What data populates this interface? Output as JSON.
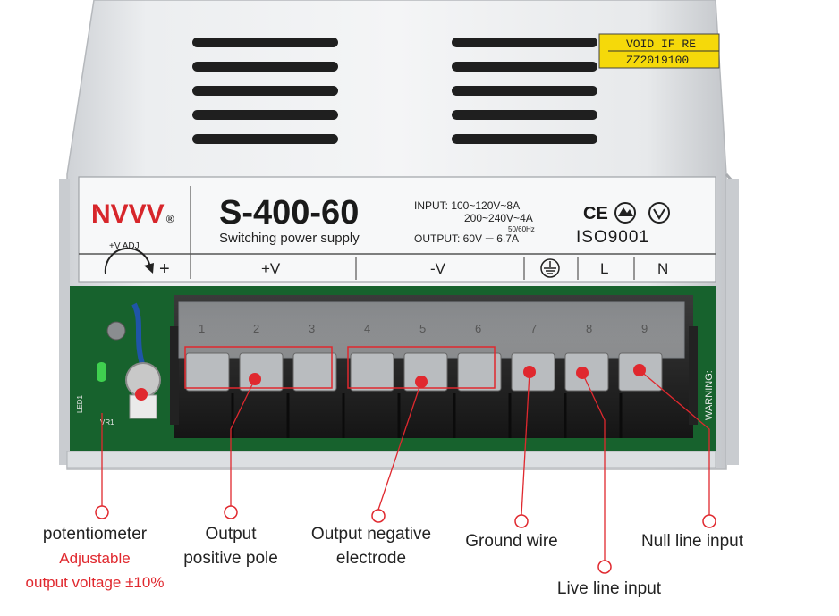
{
  "product": {
    "brand": "NVVV",
    "brand_mark": "®",
    "model": "S-400-60",
    "subtitle": "Switching power supply",
    "input_label": "INPUT: 100~120V~8A",
    "input_line2": "200~240V~4A",
    "frequency": "50/60Hz",
    "output_label": "OUTPUT: 60V ⎓ 6.7A",
    "certification": "ISO9001",
    "ce_mark": "CE",
    "adj_label": "+V ADJ",
    "adj_plus": "+",
    "warranty_line1": "VOID IF RE",
    "warranty_line2": "ZZ2019100",
    "terminals": [
      "+V",
      "-V",
      "L",
      "N"
    ],
    "terminal_numbers": [
      "1",
      "2",
      "3",
      "4",
      "5",
      "6",
      "7",
      "8",
      "9"
    ],
    "board_led": "LED1",
    "board_vr": "VR1",
    "board_warning": "WARNING:"
  },
  "callouts": {
    "potentiometer": "potentiometer",
    "adjustable": "Adjustable",
    "output_voltage": "output voltage ±10%",
    "positive_1": "Output",
    "positive_2": "positive pole",
    "negative_1": "Output  negative",
    "negative_2": "electrode",
    "ground": "Ground wire",
    "null": "Null line input",
    "live": "Live line input"
  },
  "colors": {
    "annotation_red": "#e0282e",
    "brand_red": "#d7262b"
  }
}
